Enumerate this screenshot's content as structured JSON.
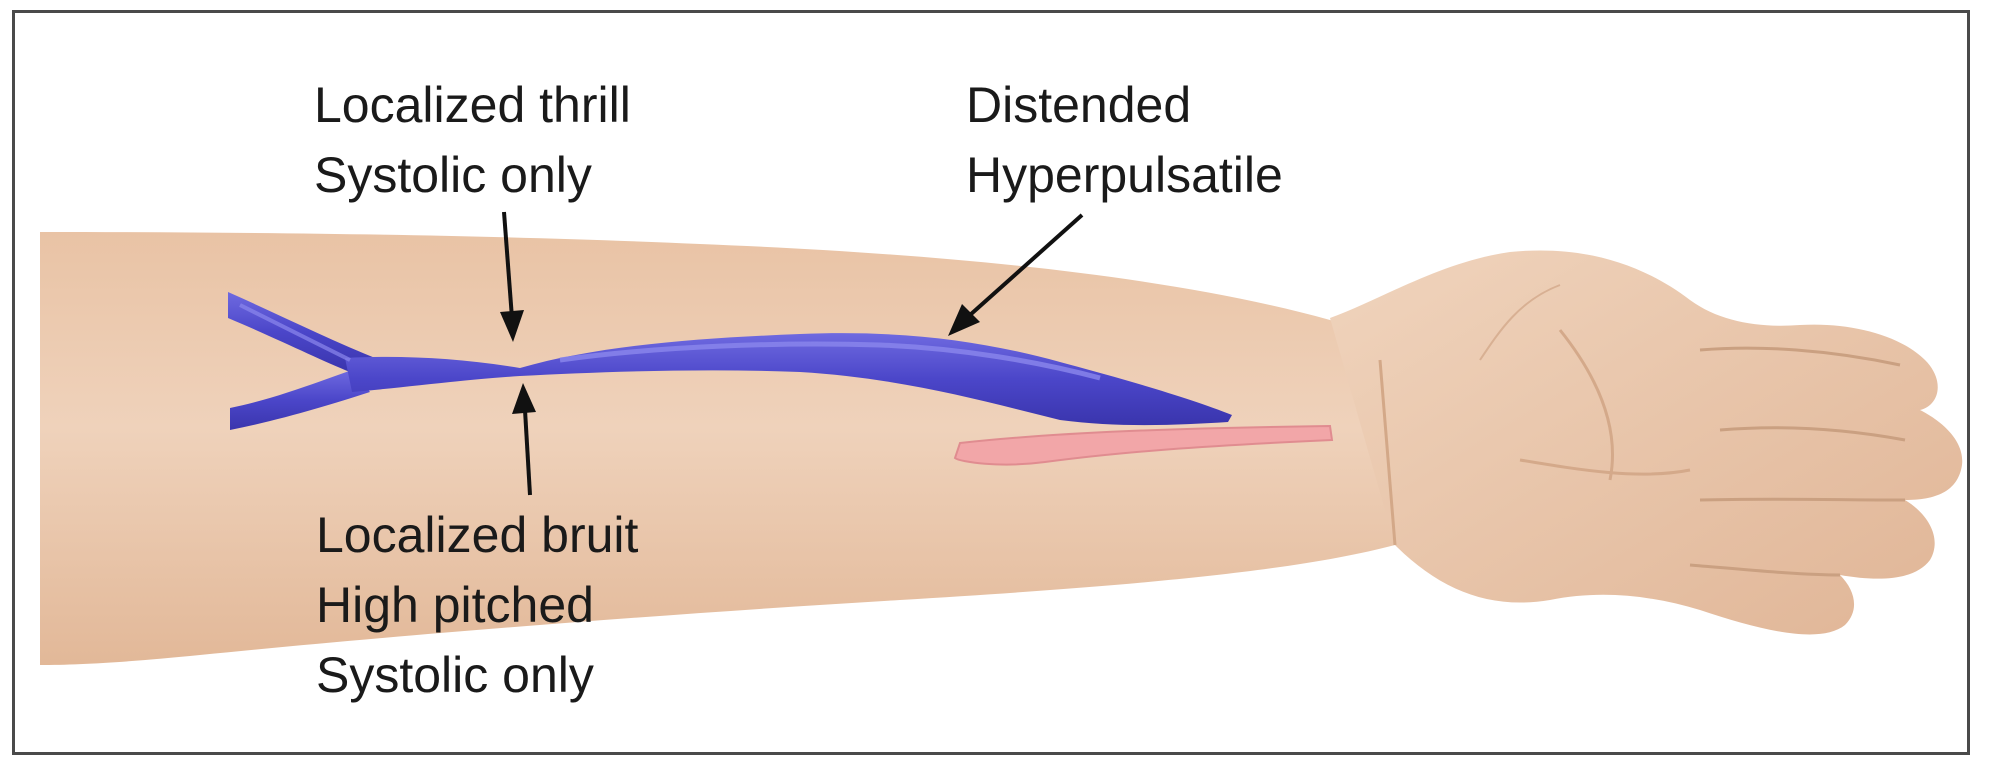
{
  "annotations": {
    "thrill": {
      "lines": [
        "Localized thrill",
        "Systolic only"
      ]
    },
    "distended": {
      "lines": [
        "Distended",
        "Hyperpulsatile"
      ]
    },
    "bruit": {
      "lines": [
        "Localized bruit",
        "High pitched",
        "Systolic only"
      ]
    }
  },
  "colors": {
    "skin": "#eccbb0",
    "skin_shadow": "#d8ad8f",
    "vein": "#4b46c9",
    "vein_highlight": "#7c79e6",
    "artery": "#f2a6a8",
    "arrow": "#111111",
    "border": "#4a4a4a"
  },
  "icons": {
    "forearm": "forearm-illustration",
    "vein": "vein-icon",
    "artery": "artery-icon"
  }
}
